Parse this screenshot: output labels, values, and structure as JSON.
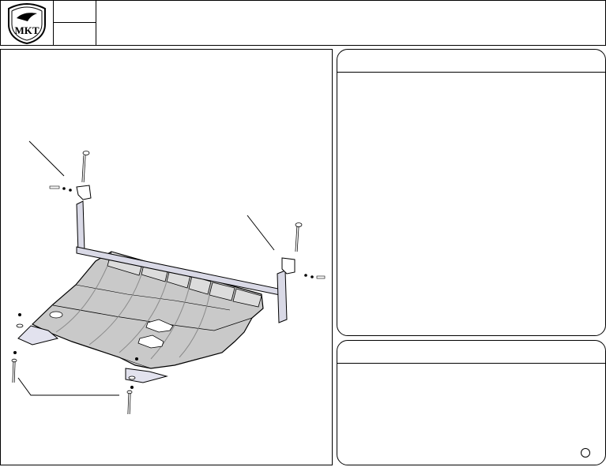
{
  "header": {
    "logo": {
      "icon": "shield-crest-icon",
      "lettering": "MKT"
    },
    "code_top": "",
    "code_bottom": "",
    "title": ""
  },
  "drawing": {
    "parts": [
      "crossbar-bracket",
      "skid-plate",
      "bolt",
      "washer",
      "mounting-bracket"
    ],
    "colors": {
      "plate_fill": "#c9c9c9",
      "plate_shade": "#a9a9a9",
      "bracket_fill": "#d9d9e6",
      "outline": "#000000"
    }
  },
  "parts_panel": {
    "title": ""
  },
  "tools_panel": {
    "title": ""
  }
}
